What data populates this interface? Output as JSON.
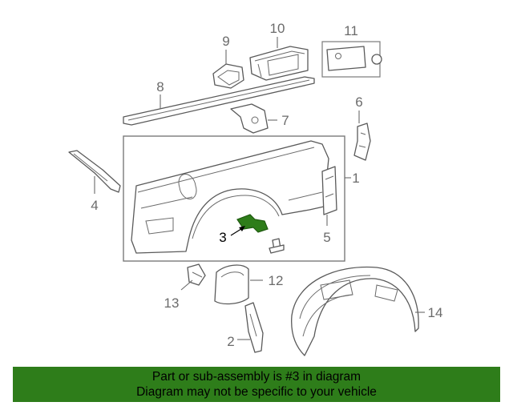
{
  "callouts": {
    "c1": "1",
    "c2": "2",
    "c3": "3",
    "c4": "4",
    "c5": "5",
    "c6": "6",
    "c7": "7",
    "c8": "8",
    "c9": "9",
    "c10": "10",
    "c11": "11",
    "c12": "12",
    "c13": "13",
    "c14": "14"
  },
  "highlight": {
    "part_number": "3",
    "color": "#2e7d1a"
  },
  "banner": {
    "line1": "Part or sub-assembly is #3 in diagram",
    "line2": "Diagram may not be specific to your vehicle",
    "background": "#2e7d1a"
  }
}
